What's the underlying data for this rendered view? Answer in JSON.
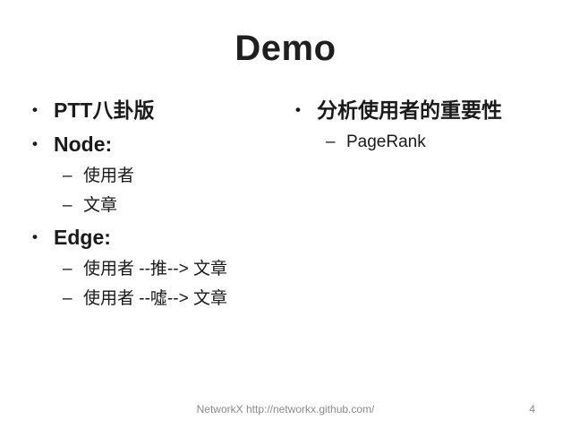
{
  "slide": {
    "title": "Demo",
    "markers": {
      "bullet": "•",
      "dash": "–"
    },
    "left_column": {
      "items": [
        {
          "text": "PTT八卦版"
        },
        {
          "text": "Node:"
        },
        {
          "text": "使用者"
        },
        {
          "text": "文章"
        },
        {
          "text": "Edge:"
        },
        {
          "text": "使用者 --推--> 文章"
        },
        {
          "text": "使用者 --噓--> 文章"
        }
      ]
    },
    "right_column": {
      "items": [
        {
          "text": "分析使用者的重要性"
        },
        {
          "text": "PageRank"
        }
      ]
    },
    "footer": {
      "text": "NetworkX http://networkx.github.com/",
      "page_number": "4"
    },
    "colors": {
      "background": "#ffffff",
      "title_text": "#1f1f1f",
      "body_text": "#1a1a1a",
      "footer_text": "#8a8a8a"
    }
  }
}
